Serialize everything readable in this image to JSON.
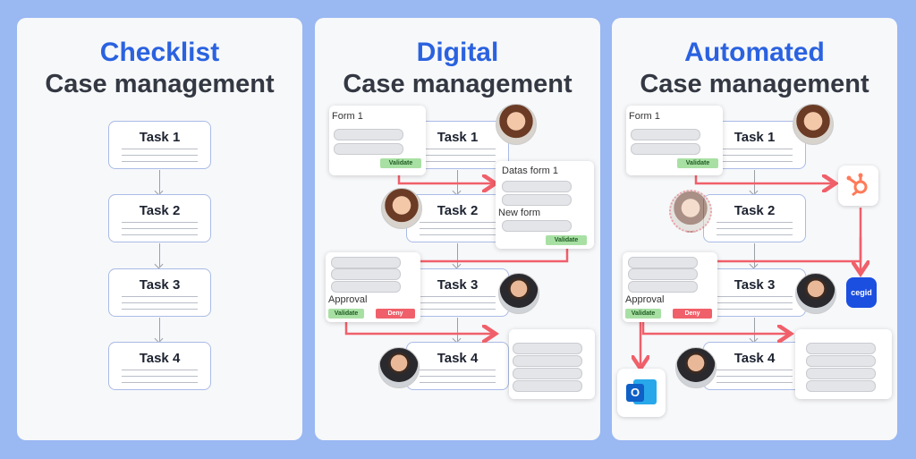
{
  "panels": [
    {
      "title": "Checklist",
      "subtitle": "Case management"
    },
    {
      "title": "Digital",
      "subtitle": "Case management"
    },
    {
      "title": "Automated",
      "subtitle": "Case management"
    }
  ],
  "tasks": [
    "Task 1",
    "Task 2",
    "Task 3",
    "Task 4"
  ],
  "digital": {
    "form1_label": "Form 1",
    "datas_form_label": "Datas form 1",
    "new_form_label": "New form",
    "approval_label": "Approval",
    "validate": "Validate",
    "deny": "Deny"
  },
  "automated": {
    "form1_label": "Form 1",
    "approval_label": "Approval",
    "validate": "Validate",
    "deny": "Deny",
    "cegid_label": "cegid",
    "outlook_label": "O"
  },
  "icons": {
    "hubspot": "hubspot-icon",
    "cegid": "cegid-logo",
    "outlook": "outlook-icon"
  },
  "colors": {
    "background": "#9ab8f2",
    "accent_title": "#2a62e0",
    "flow_red": "#f0606a",
    "validate_green": "#a8e0a4"
  }
}
